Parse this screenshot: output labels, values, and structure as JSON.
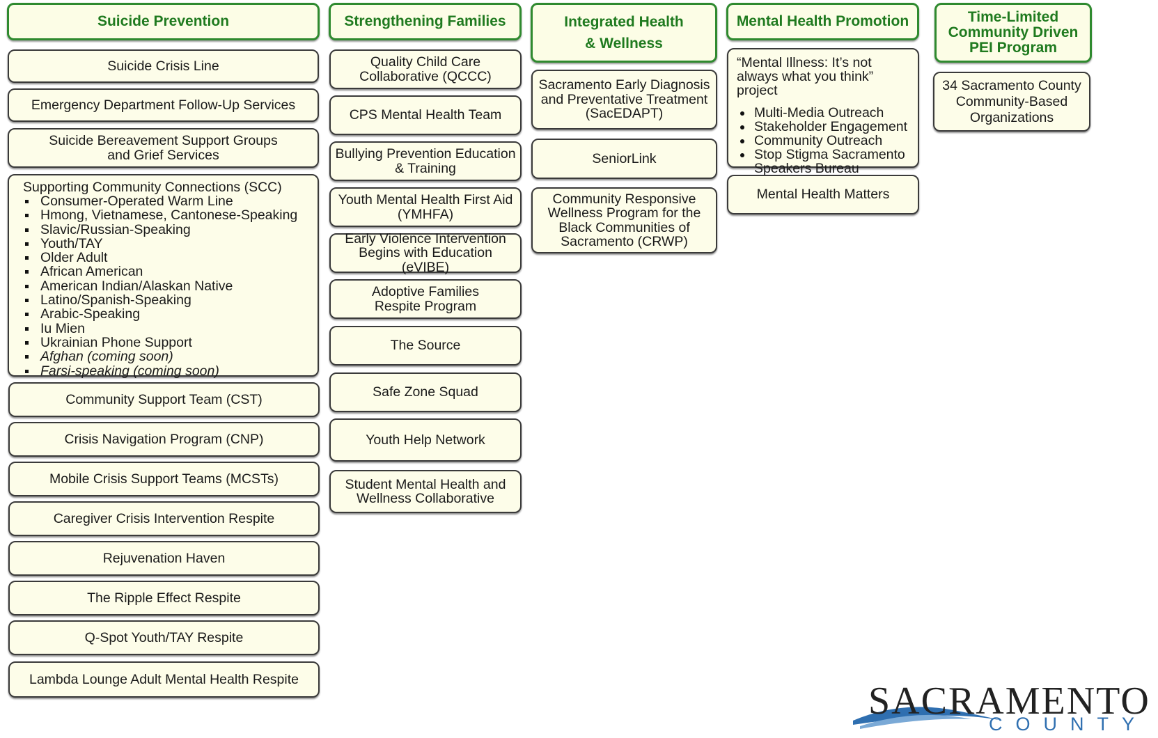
{
  "columns": [
    {
      "header": "Suicide Prevention",
      "items": [
        "Suicide Crisis Line",
        "Emergency Department Follow-Up Services",
        "Suicide Bereavement Support Groups and Grief Services",
        "Community Support Team (CST)",
        "Crisis Navigation Program (CNP)",
        "Mobile Crisis Support Teams (MCSTs)",
        "Caregiver Crisis Intervention Respite",
        "Rejuvenation Haven",
        "The Ripple Effect Respite",
        "Q-Spot Youth/TAY Respite",
        "Lambda Lounge Adult Mental Health Respite"
      ],
      "scc": {
        "title": "Supporting Community Connections (SCC)",
        "bullets": [
          "Consumer-Operated Warm Line",
          "Hmong, Vietnamese, Cantonese-Speaking",
          "Slavic/Russian-Speaking",
          "Youth/TAY",
          "Older Adult",
          "African American",
          "American Indian/Alaskan Native",
          "Latino/Spanish-Speaking",
          "Arabic-Speaking",
          "Iu Mien",
          "Ukrainian Phone Support",
          "Afghan (coming soon)",
          "Farsi-speaking (coming soon)"
        ]
      }
    },
    {
      "header": "Strengthening Families",
      "items": [
        "Quality Child Care Collaborative (QCCC)",
        "CPS Mental Health Team",
        "Bullying Prevention Education & Training",
        "Youth Mental Health First Aid (YMHFA)",
        "Early Violence Intervention Begins with Education (eVIBE)",
        "Adoptive Families Respite Program",
        "The Source",
        "Safe Zone Squad",
        "Youth Help Network",
        "Student Mental Health and Wellness Collaborative"
      ]
    },
    {
      "header": "Integrated Health & Wellness",
      "items": [
        "Sacramento Early Diagnosis and Preventative Treatment (SacEDAPT)",
        "SeniorLink",
        "Community Responsive Wellness Program for the Black Communities of Sacramento (CRWP)"
      ]
    },
    {
      "header": "Mental Health Promotion",
      "project": {
        "title": "“Mental Illness: It’s not always what you think” project",
        "bullets": [
          "Multi-Media Outreach",
          "Stakeholder Engagement",
          "Community Outreach",
          "Stop Stigma Sacramento Speakers Bureau"
        ]
      },
      "items": [
        "Mental Health Matters"
      ]
    },
    {
      "header": "Time-Limited Community Driven PEI Program",
      "items": [
        "34 Sacramento County Community-Based Organizations"
      ]
    }
  ],
  "logo": {
    "name": "SACRAMENTO",
    "sub": "COUNTY"
  },
  "colors": {
    "header_text": "#1f7a1f",
    "header_border": "#2f8a2f",
    "box_fill": "#fdfde9",
    "logo_blue": "#2f6fb0"
  }
}
